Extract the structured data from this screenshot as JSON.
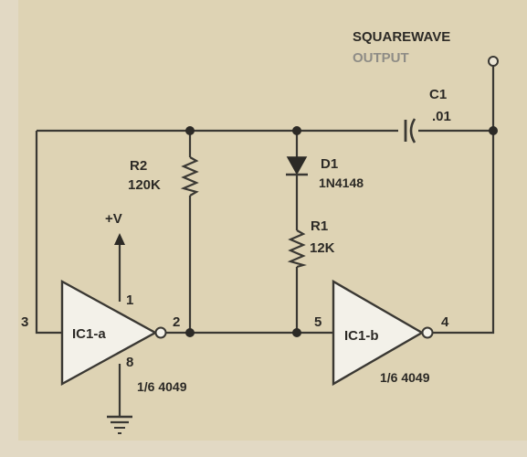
{
  "output_label_line1": "SQUAREWAVE",
  "output_label_line2": "OUTPUT",
  "c1": {
    "ref": "C1",
    "value": ".01"
  },
  "d1": {
    "ref": "D1",
    "part": "1N4148"
  },
  "r1": {
    "ref": "R1",
    "value": "12K"
  },
  "r2": {
    "ref": "R2",
    "value": "120K"
  },
  "supply": "+V",
  "ic1a": {
    "name": "IC1-a",
    "part": "1/6 4049",
    "pin_in": "3",
    "pin_out": "2",
    "pin_vcc": "1",
    "pin_gnd": "8"
  },
  "ic1b": {
    "name": "IC1-b",
    "part": "1/6 4049",
    "pin_in": "5",
    "pin_out": "4"
  }
}
